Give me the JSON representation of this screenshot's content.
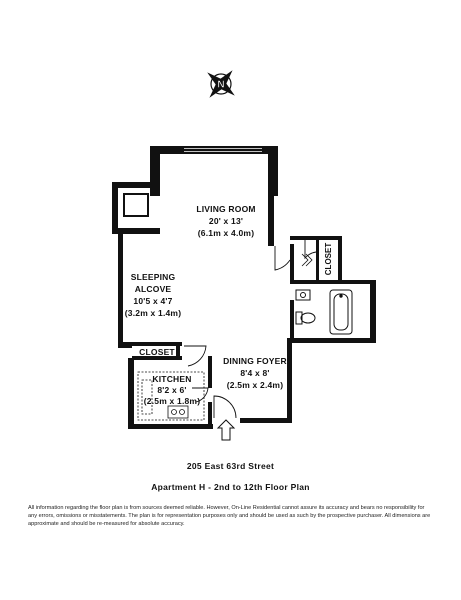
{
  "rooms": {
    "living": {
      "name": "LIVING ROOM",
      "dim_ft": "20' x 13'",
      "dim_m": "(6.1m x 4.0m)"
    },
    "sleeping": {
      "name_1": "SLEEPING",
      "name_2": "ALCOVE",
      "dim_ft": "10'5 x 4'7",
      "dim_m": "(3.2m x 1.4m)"
    },
    "dining": {
      "name": "DINING FOYER",
      "dim_ft": "8'4 x 8'",
      "dim_m": "(2.5m x 2.4m)"
    },
    "kitchen": {
      "name": "KITCHEN",
      "dim_ft": "8'2 x 6'",
      "dim_m": "(2.5m x 1.8m)"
    }
  },
  "closets": {
    "left": "CLOSET",
    "right": "CLOSET"
  },
  "compass": {
    "letter": "N"
  },
  "caption": {
    "address": "205 East 63rd Street",
    "subtitle": "Apartment H - 2nd to 12th Floor Plan",
    "disclaimer": "All information regarding the floor plan is from sources deemed reliable. However, On-Line Residential cannot assure its accuracy and bears no responsibility for any errors, omissions or misstatements. The plan is for representation purposes only and should be used as such by the prospective purchaser. All dimensions are approximate and should be re-measured for absolute accuracy."
  }
}
